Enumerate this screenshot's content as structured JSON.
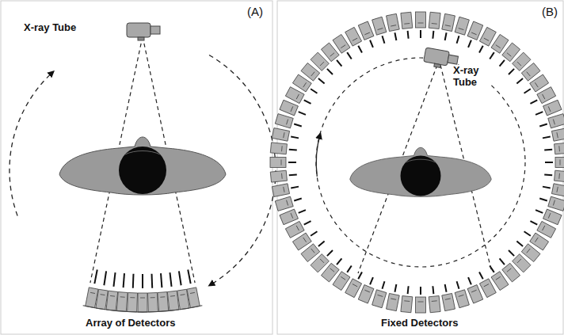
{
  "diagram": {
    "labels": [
      "(A)",
      "X-ray Tube",
      "Array of Detectors",
      "(B)",
      "X-ray Tube",
      "Fixed Detectors"
    ]
  }
}
